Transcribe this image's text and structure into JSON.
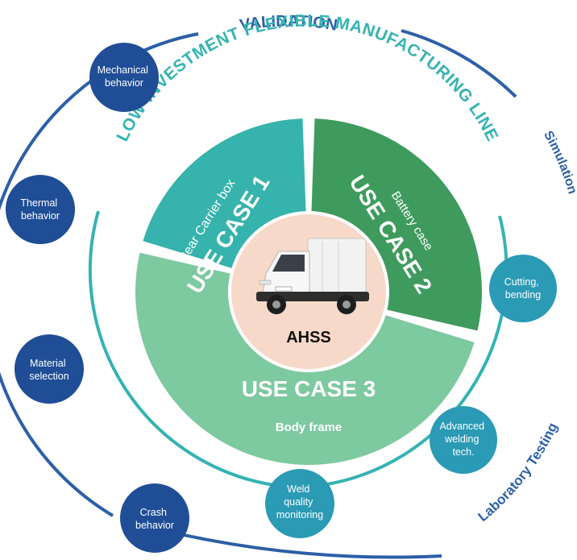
{
  "outer_ring": {
    "top_label": "VALIDATION",
    "right_label": "Simulation",
    "bottom_right_label": "Laboratory Testing"
  },
  "inner_ring": {
    "label": "LOW-INVESTMENT FLEXIBLE MANUFACTURING LINE"
  },
  "use_cases": [
    {
      "title": "USE CASE 1",
      "subtitle": "Rear Carrier box",
      "color": "#35b3ac"
    },
    {
      "title": "USE CASE 2",
      "subtitle": "Battery case",
      "color": "#3e9b5d"
    },
    {
      "title": "USE CASE 3",
      "subtitle": "Body frame",
      "color": "#7dc9a0"
    }
  ],
  "center": {
    "label": "AHSS",
    "color": "#f7d9c9",
    "image": "electric-delivery-van"
  },
  "validation_nodes": [
    {
      "lines": [
        "Mechanical",
        "behavior"
      ]
    },
    {
      "lines": [
        "Thermal",
        "behavior"
      ]
    },
    {
      "lines": [
        "Material",
        "selection"
      ]
    },
    {
      "lines": [
        "Crash",
        "behavior"
      ]
    }
  ],
  "manufacturing_nodes": [
    {
      "lines": [
        "Cutting,",
        "bending"
      ]
    },
    {
      "lines": [
        "Advanced",
        "welding",
        "tech."
      ]
    },
    {
      "lines": [
        "Weld",
        "quality",
        "monitoring"
      ]
    }
  ],
  "colors": {
    "outer_ring": "#2c5fa8",
    "validation_node": "#1f4e96",
    "inner_ring": "#35b3b3",
    "manufacturing_node": "#2a9ab5"
  }
}
